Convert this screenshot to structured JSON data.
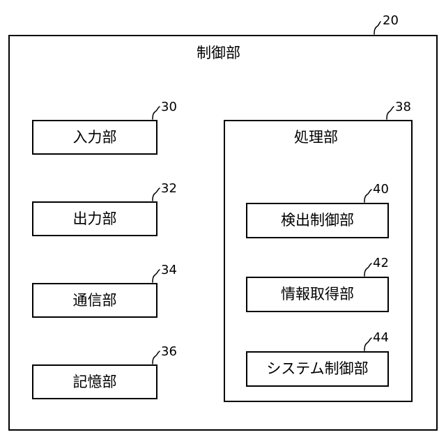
{
  "control_unit": {
    "label": "制御部",
    "ref": "20",
    "left_column": [
      {
        "label": "入力部",
        "ref": "30"
      },
      {
        "label": "出力部",
        "ref": "32"
      },
      {
        "label": "通信部",
        "ref": "34"
      },
      {
        "label": "記憶部",
        "ref": "36"
      }
    ],
    "processing_unit": {
      "label": "処理部",
      "ref": "38",
      "children": [
        {
          "label": "検出制御部",
          "ref": "40"
        },
        {
          "label": "情報取得部",
          "ref": "42"
        },
        {
          "label": "システム制御部",
          "ref": "44"
        }
      ]
    }
  }
}
